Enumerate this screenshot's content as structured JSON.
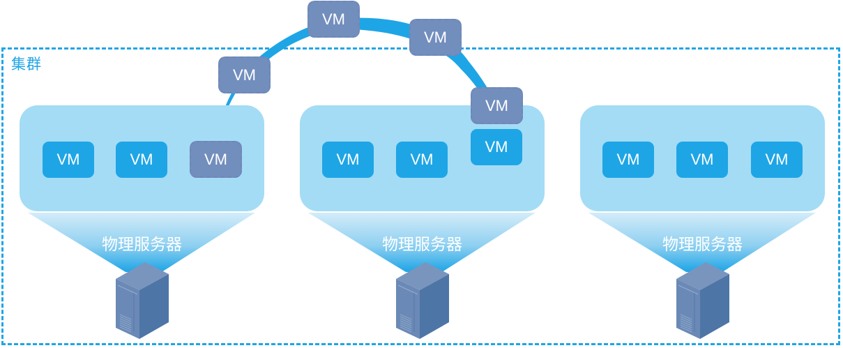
{
  "cluster": {
    "label": "集群",
    "border_color": "#1ea5e6"
  },
  "colors": {
    "vm": "#1ea5e6",
    "vm_migrating": "#728ebd",
    "host_panel": "#a4dcf5",
    "server_body": "#5a7fb0",
    "migration_path": "#1ea5e6"
  },
  "hosts": [
    {
      "server_label": "物理服务器",
      "vms": [
        {
          "label": "VM",
          "state": "running"
        },
        {
          "label": "VM",
          "state": "running"
        },
        {
          "label": "VM",
          "state": "migrating-source"
        }
      ]
    },
    {
      "server_label": "物理服务器",
      "vms": [
        {
          "label": "VM",
          "state": "running"
        },
        {
          "label": "VM",
          "state": "running"
        },
        {
          "label": "VM",
          "state": "migrated"
        }
      ]
    },
    {
      "server_label": "物理服务器",
      "vms": [
        {
          "label": "VM",
          "state": "running"
        },
        {
          "label": "VM",
          "state": "running"
        },
        {
          "label": "VM",
          "state": "running"
        }
      ]
    }
  ],
  "migration": {
    "description": "Live migration path from host 1 to host 2",
    "in_transit_vms": [
      {
        "label": "VM"
      },
      {
        "label": "VM"
      },
      {
        "label": "VM"
      },
      {
        "label": "VM"
      }
    ]
  }
}
